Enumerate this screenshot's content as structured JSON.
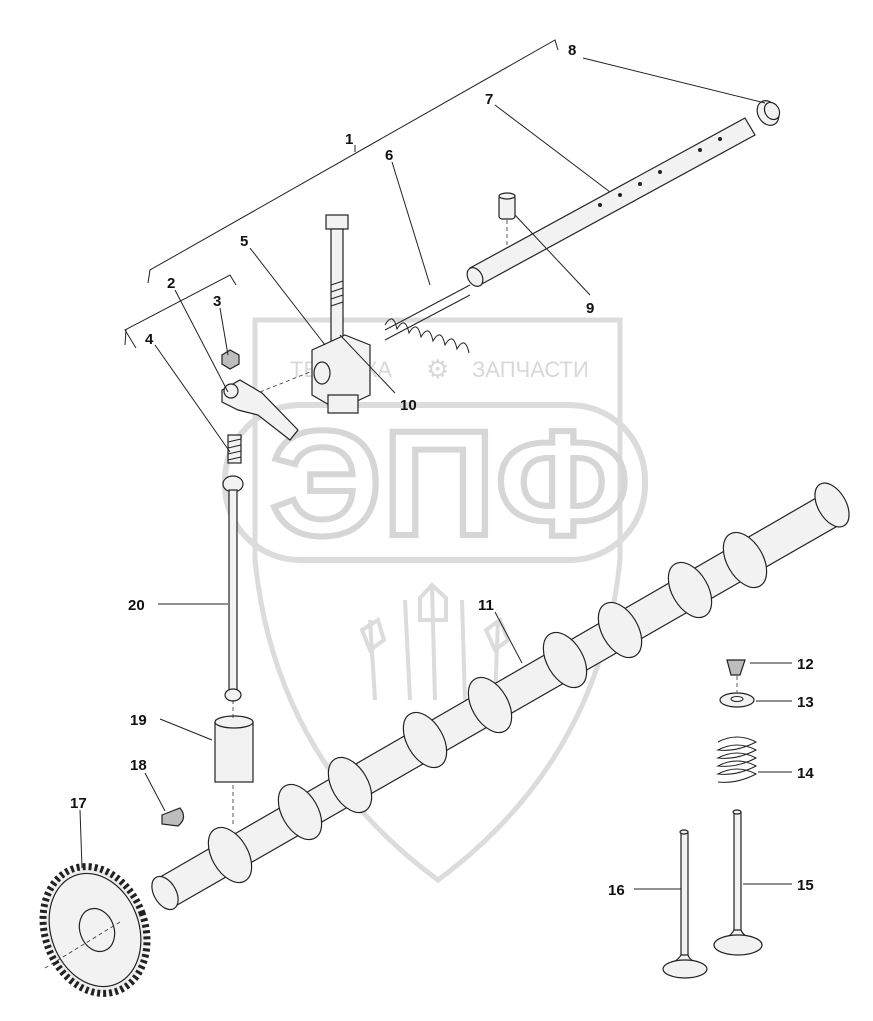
{
  "watermark": {
    "left_text": "ТЕХНИКА",
    "right_text": "ЗАПЧАСТИ",
    "logo_text": "ЭПФ",
    "gear_glyph": "⚙"
  },
  "callouts": [
    {
      "id": "1",
      "label": "1"
    },
    {
      "id": "2",
      "label": "2"
    },
    {
      "id": "3",
      "label": "3"
    },
    {
      "id": "4",
      "label": "4"
    },
    {
      "id": "5",
      "label": "5"
    },
    {
      "id": "6",
      "label": "6"
    },
    {
      "id": "7",
      "label": "7"
    },
    {
      "id": "8",
      "label": "8"
    },
    {
      "id": "9",
      "label": "9"
    },
    {
      "id": "10",
      "label": "10"
    },
    {
      "id": "11",
      "label": "11"
    },
    {
      "id": "12",
      "label": "12"
    },
    {
      "id": "13",
      "label": "13"
    },
    {
      "id": "14",
      "label": "14"
    },
    {
      "id": "15",
      "label": "15"
    },
    {
      "id": "16",
      "label": "16"
    },
    {
      "id": "17",
      "label": "17"
    },
    {
      "id": "18",
      "label": "18"
    },
    {
      "id": "19",
      "label": "19"
    },
    {
      "id": "20",
      "label": "20"
    }
  ],
  "colors": {
    "ink": "#222222",
    "watermark": "#d6d6d6",
    "part_fill": "#f2f2f2"
  }
}
